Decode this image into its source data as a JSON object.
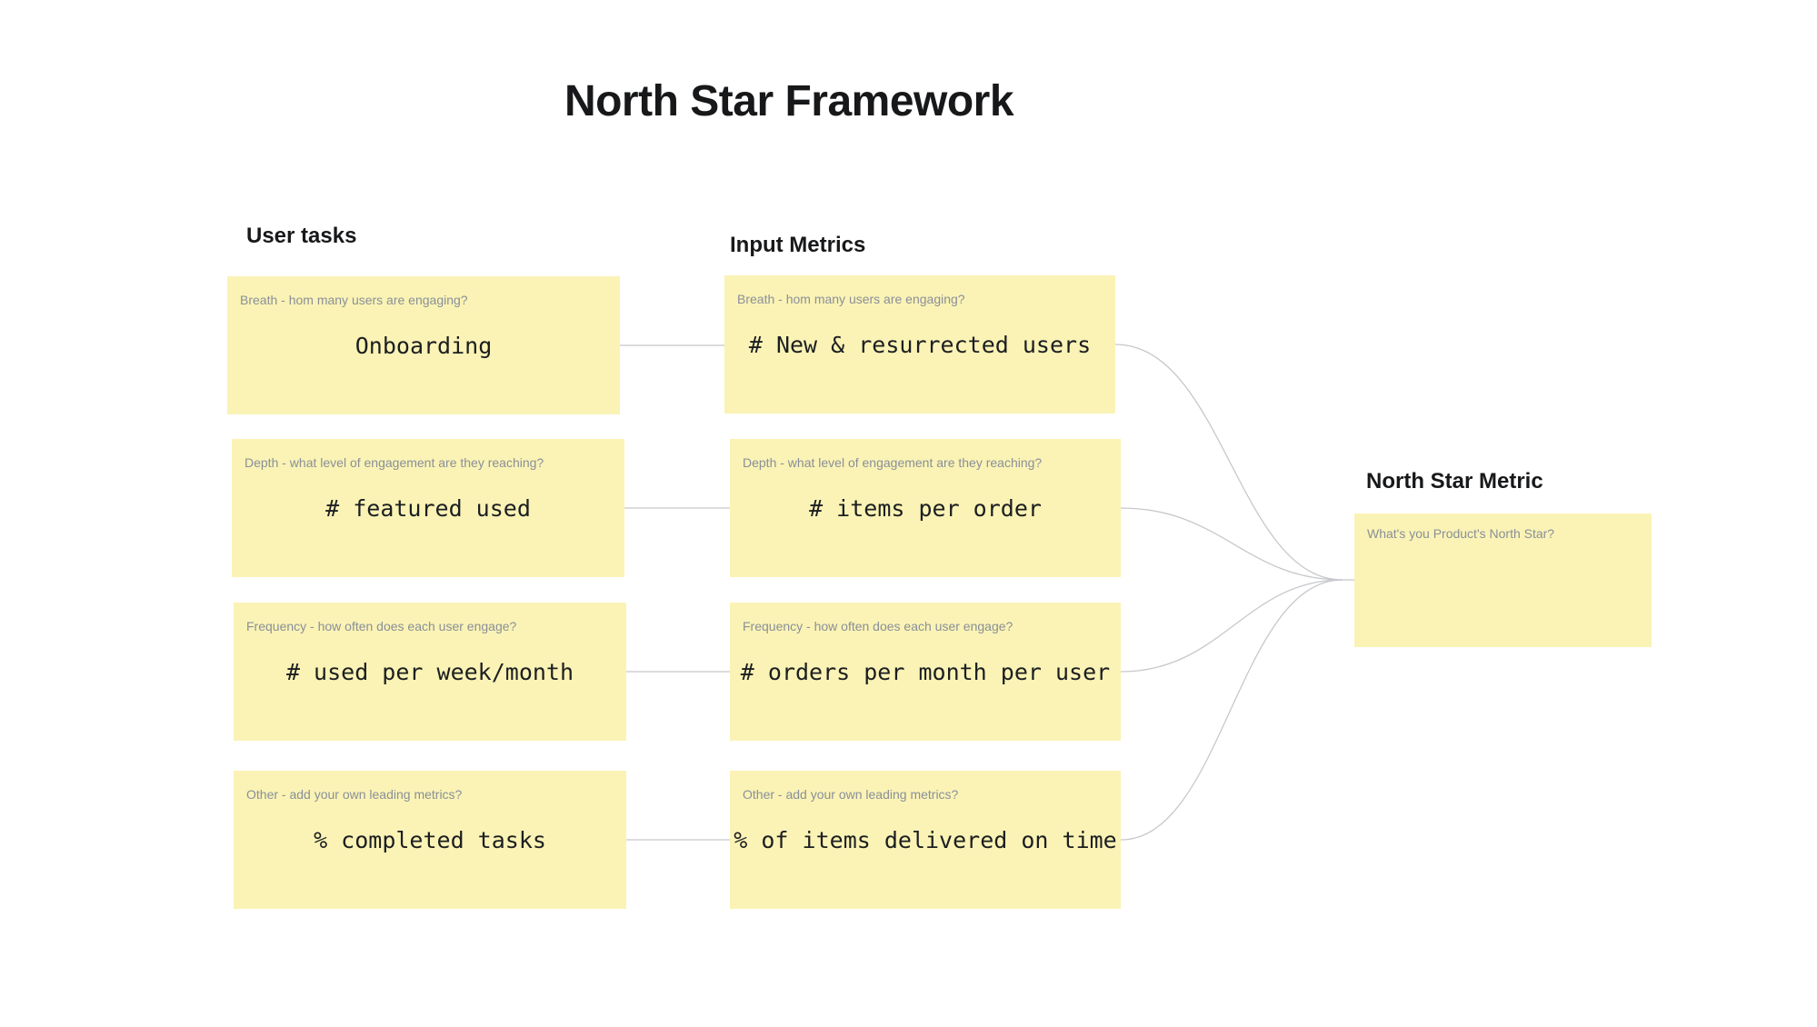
{
  "title": "North Star Framework",
  "user_tasks": {
    "heading": "User tasks",
    "notes": [
      {
        "label": "Breath - hom many users are engaging?",
        "text": "Onboarding"
      },
      {
        "label": "Depth - what level of engagement are they reaching?",
        "text": "# featured used"
      },
      {
        "label": "Frequency - how often does each user engage?",
        "text": "# used per week/month"
      },
      {
        "label": "Other - add your own leading metrics?",
        "text": "% completed tasks"
      }
    ]
  },
  "input_metrics": {
    "heading": "Input Metrics",
    "notes": [
      {
        "label": "Breath - hom many users are engaging?",
        "text": "# New & resurrected users"
      },
      {
        "label": "Depth - what level of engagement are they reaching?",
        "text": "# items per order"
      },
      {
        "label": "Frequency - how often does each user engage?",
        "text": "# orders per month per user"
      },
      {
        "label": "Other - add your own leading metrics?",
        "text": "% of items delivered on time"
      }
    ]
  },
  "north_star": {
    "heading": "North Star Metric",
    "note": {
      "label": "What's you Product's North Star?",
      "text": ""
    }
  },
  "colors": {
    "note_bg": "#FAF3B5",
    "label": "#8A8F99",
    "text": "#1C1E21",
    "heading": "#17181A",
    "connector": "#C6C8CC",
    "canvas_bg": "#FFFFFF"
  }
}
